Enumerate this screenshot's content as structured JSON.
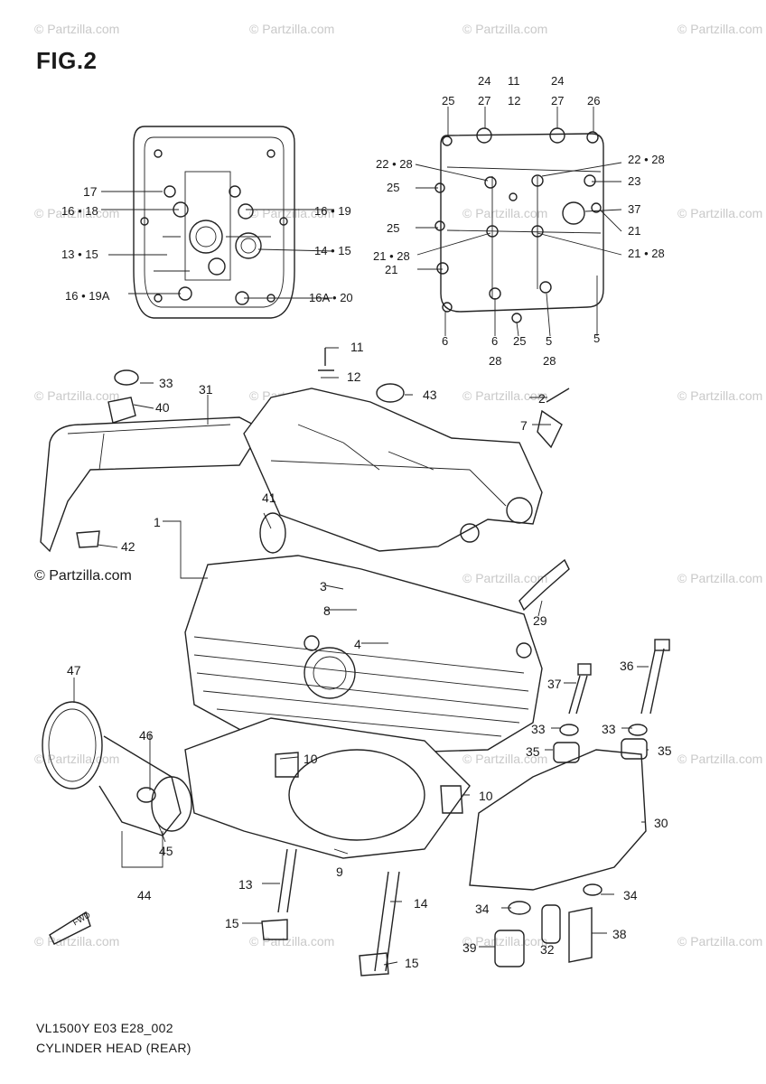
{
  "figure": {
    "title": "FIG.2",
    "model_code": "VL1500Y E03 E28_002",
    "caption": "CYLINDER HEAD (REAR)",
    "copyright": "© Partzilla.com",
    "watermark": "© Partzilla.com",
    "front_arrow": "FWD"
  },
  "callouts": {
    "c1": "1",
    "c2": "2",
    "c3": "3",
    "c4": "4",
    "c5a": "5",
    "c5b": "5",
    "c6a": "6",
    "c6b": "6",
    "c7": "7",
    "c8": "8",
    "c9": "9",
    "c10a": "10",
    "c10b": "10",
    "c11a": "11",
    "c11b": "11",
    "c12a": "12",
    "c12b": "12",
    "c13": "13",
    "c13_15": "13 • 15",
    "c14": "14",
    "c14_15": "14 • 15",
    "c15a": "15",
    "c15b": "15",
    "c16_18": "16 • 18",
    "c16_19": "16 • 19",
    "c16_19a": "16 • 19A",
    "c16a_20": "16A • 20",
    "c17": "17",
    "c21a": "21",
    "c21b": "21",
    "c21_28a": "21 • 28",
    "c21_28b": "21 • 28",
    "c22_28a": "22 • 28",
    "c22_28b": "22 • 28",
    "c23": "23",
    "c24a": "24",
    "c24b": "24",
    "c25a": "25",
    "c25b": "25",
    "c25c": "25",
    "c25d": "25",
    "c26": "26",
    "c27a": "27",
    "c27b": "27",
    "c28a": "28",
    "c28b": "28",
    "c29": "29",
    "c30": "30",
    "c31": "31",
    "c32": "32",
    "c33a": "33",
    "c33b": "33",
    "c33c": "33",
    "c34a": "34",
    "c34b": "34",
    "c35a": "35",
    "c35b": "35",
    "c36": "36",
    "c37a": "37",
    "c37b": "37",
    "c38": "38",
    "c39": "39",
    "c40": "40",
    "c41": "41",
    "c42": "42",
    "c43": "43",
    "c44": "44",
    "c45": "45",
    "c46": "46",
    "c47": "47"
  }
}
